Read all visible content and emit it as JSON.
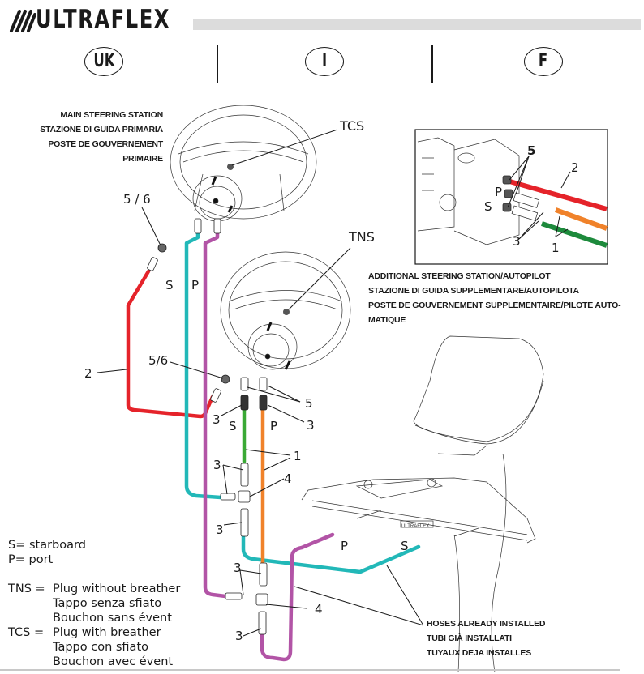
{
  "header": {
    "brand": "ULTRAFLEX",
    "languages": [
      "UK",
      "I",
      "F"
    ]
  },
  "main_station": {
    "caption": [
      "MAIN STEERING STATION",
      "STAZIONE DI GUIDA PRIMARIA",
      "POSTE DE GOUVERNEMENT",
      "PRIMAIRE"
    ],
    "plug_label": "TCS",
    "fitting_label": "5 / 6",
    "hose_labels": [
      "S",
      "P"
    ]
  },
  "additional_station": {
    "caption": [
      "ADDITIONAL STEERING STATION/AUTOPILOT",
      "STAZIONE DI GUIDA SUPPLEMENTARE/AUTOPILOTA",
      "POSTE DE GOUVERNEMENT SUPPLEMENTAIRE/PILOTE AUTO-",
      "MATIQUE"
    ],
    "plug_label": "TNS",
    "fitting_label": "5/6",
    "elbow_label": "5",
    "hose_labels": [
      "S",
      "P"
    ]
  },
  "pump_inset": {
    "labels": {
      "fittings": "5",
      "red_hose": "2",
      "adapters": "3",
      "hoses": "1",
      "port": "P",
      "starboard": "S"
    }
  },
  "callouts": {
    "return_hose": "2",
    "adapter_left": "3",
    "adapter_right": "3",
    "hoses": "1",
    "tee_upper": "4",
    "tee_lower": "4",
    "adapter_group_upper": "3",
    "adapter_upper_low": "3",
    "adapter_group_lower": "3",
    "adapter_lower_low": "3",
    "cylinder_port": "P",
    "cylinder_starboard": "S"
  },
  "hoses_installed": {
    "caption": [
      "HOSES ALREADY INSTALLED",
      "TUBI GIÀ INSTALLATI",
      "TUYAUX DEJA INSTALLES"
    ]
  },
  "legend": {
    "s_def": "S= starboard",
    "p_def": "P= port",
    "tns_key": "TNS =",
    "tns_lines": [
      "Plug without breather",
      "Tappo senza sfiato",
      "Bouchon sans évent"
    ],
    "tcs_key": "TCS =",
    "tcs_lines": [
      "Plug with breather",
      "Tappo con sfiato",
      "Bouchon avec évent"
    ]
  },
  "colors": {
    "starboard_hose": "#22b8b8",
    "port_hose": "#b254a6",
    "return_hose": "#e5232a",
    "green_hose": "#3aa935",
    "orange_hose": "#f0822a",
    "pump_green": "#1d8a3c"
  }
}
